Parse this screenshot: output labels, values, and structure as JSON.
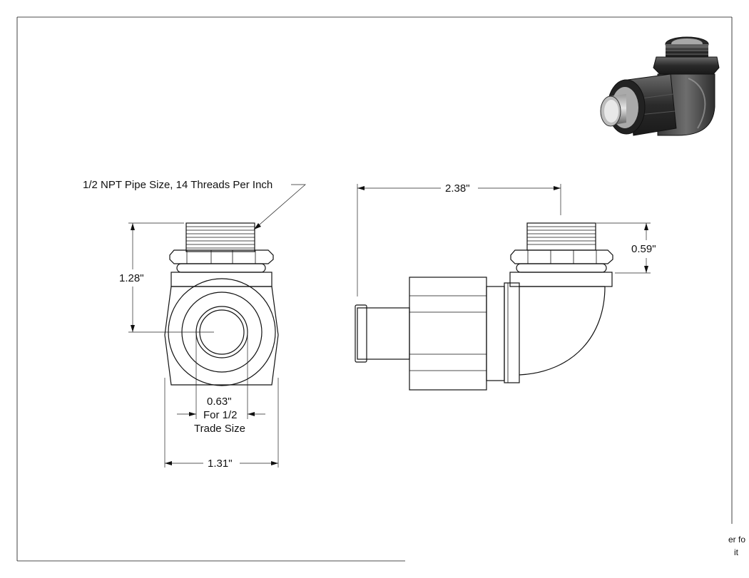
{
  "annotations": {
    "thread_note": "1/2 NPT Pipe Size, 14 Threads Per Inch",
    "height": "1.28\"",
    "id_dim": "0.63\"",
    "trade_line1": "For 1/2",
    "trade_line2": "Trade Size",
    "width": "1.31\"",
    "length": "2.38\"",
    "thread_len": "0.59\""
  },
  "footer_fragments": {
    "line1": "er fo",
    "line2": "it"
  },
  "colors": {
    "line": "#111111",
    "render_dark": "#3a3a3a",
    "render_mid": "#7a7a7a",
    "render_light": "#c8c8c8"
  }
}
